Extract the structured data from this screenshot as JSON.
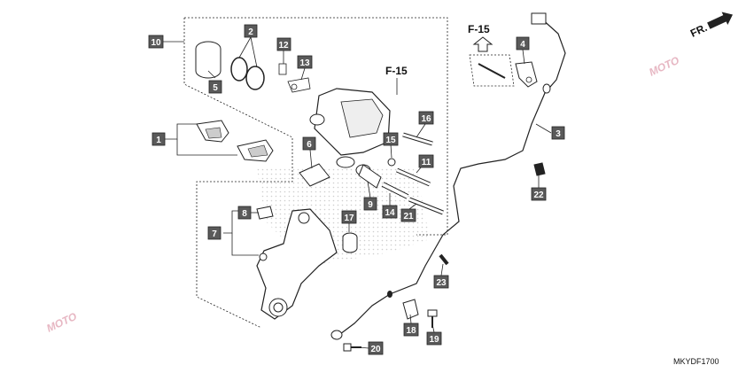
{
  "diagram": {
    "reference_top": "F-15",
    "reference_mid": "F-15",
    "direction_label": "FR.",
    "diagram_code": "MKYDF1700",
    "watermark": "MOTO",
    "callouts": [
      "10",
      "2",
      "12",
      "13",
      "5",
      "1",
      "6",
      "16",
      "15",
      "11",
      "3",
      "4",
      "22",
      "9",
      "14",
      "21",
      "8",
      "17",
      "7",
      "23",
      "18",
      "19",
      "20"
    ],
    "colors": {
      "callout_box": "#5a5a5a",
      "line": "#222222",
      "dots": "#c8c8c8",
      "watermark": "#e7b7c3"
    }
  }
}
